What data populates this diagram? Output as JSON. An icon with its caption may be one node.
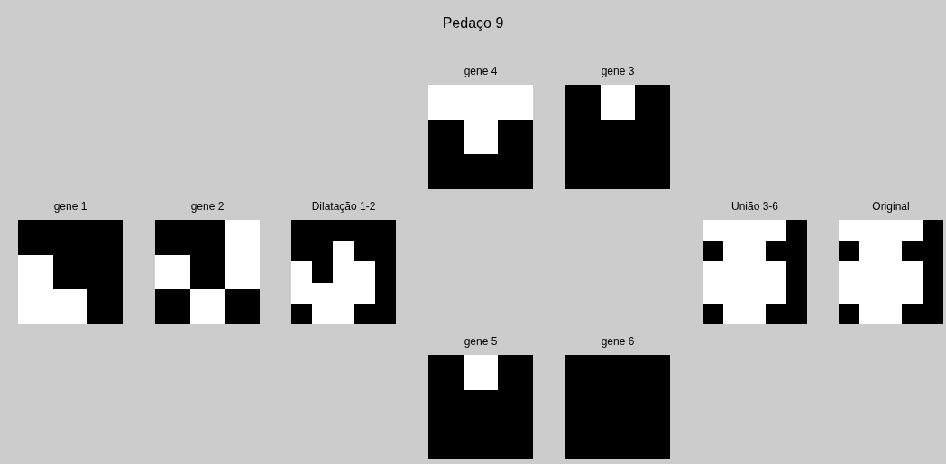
{
  "diagram": {
    "title": "Pedaço 9",
    "nodes": [
      {
        "text": [
          "gene 4"
        ]
      },
      {
        "text": [
          "gene 3"
        ]
      },
      {
        "text": [
          "gene 1"
        ]
      },
      {
        "text": [
          "gene 2"
        ]
      },
      {
        "text": [
          "Dilatação 1-2"
        ]
      },
      {
        "text": [
          "União 3-6"
        ]
      },
      {
        "text": [
          "Original"
        ]
      },
      {
        "text": [
          "gene 5"
        ]
      },
      {
        "text": [
          "gene 6"
        ]
      }
    ],
    "edges": []
  }
}
